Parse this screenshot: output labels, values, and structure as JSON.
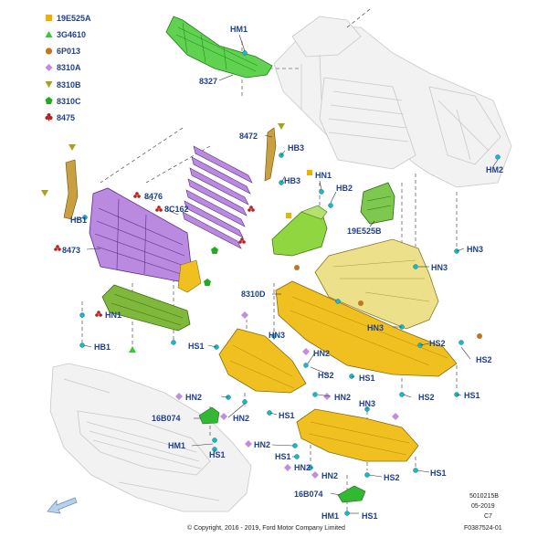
{
  "legend": [
    {
      "code": "19E525A",
      "color": "#f0b000",
      "shape": "square"
    },
    {
      "code": "3G4610",
      "color": "#33cc33",
      "shape": "triangle-up"
    },
    {
      "code": "6P013",
      "color": "#c07820",
      "shape": "circle"
    },
    {
      "code": "8310A",
      "color": "#c28ddb",
      "shape": "diamond"
    },
    {
      "code": "8310B",
      "color": "#a8a020",
      "shape": "triangle-down"
    },
    {
      "code": "8310C",
      "color": "#22aa22",
      "shape": "pentagon"
    },
    {
      "code": "8475",
      "color": "#b82020",
      "shape": "club"
    }
  ],
  "labels": {
    "hm1_top": "HM1",
    "p8327": "8327",
    "p8472": "8472",
    "hb3_a": "HB3",
    "hb3_b": "HB3",
    "hm2": "HM2",
    "hn1_top": "HN1",
    "hb2": "HB2",
    "p19e525b": "19E525B",
    "p8476": "8476",
    "p8c162": "8C162",
    "hb1_a": "HB1",
    "p8473": "8473",
    "hn3_a": "HN3",
    "hn3_b": "HN3",
    "p8310d": "8310D",
    "hn3_c": "HN3",
    "hs2_a": "HS2",
    "hs2_b": "HS2",
    "hn1_mid": "HN1",
    "hb1_b": "HB1",
    "hs1_a": "HS1",
    "hn3_d": "HN3",
    "hn2_a": "HN2",
    "hs2_c": "HS2",
    "hs1_b": "HS1",
    "hs2_d": "HS2",
    "hs1_c": "HS1",
    "hn2_b": "HN2",
    "hn2_c": "HN2",
    "p16b074_a": "16B074",
    "hn2_d": "HN2",
    "hs1_d": "HS1",
    "hn3_e": "HN3",
    "hm1_mid": "HM1",
    "hs1_e": "HS1",
    "hn2_e": "HN2",
    "hs1_f": "HS1",
    "hn2_f": "HN2",
    "hn2_g": "HN2",
    "hs2_e": "HS2",
    "hs1_g": "HS1",
    "p16b074_b": "16B074",
    "hm1_bot": "HM1",
    "hs1_h": "HS1"
  },
  "footer": {
    "copyright": "© Copyright, 2016 - 2019, Ford Motor Company Limited",
    "doc_id": "5010215B",
    "date": "05-2019",
    "rev": "C7",
    "fig_id": "F0387524-01"
  },
  "colors": {
    "label": "#1f3f8f",
    "green_part": "#5fd34f",
    "purple_part": "#b98ae0",
    "yellow_part": "#f0c020",
    "khaki_part": "#ede08a",
    "fastener": "#1ab8c8"
  }
}
